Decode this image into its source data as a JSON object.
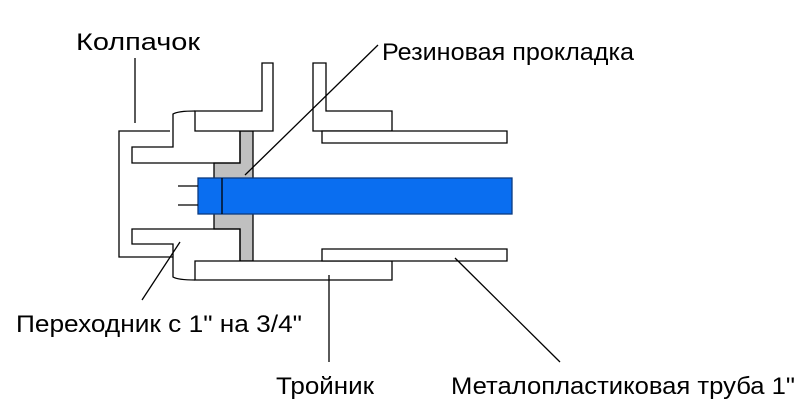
{
  "labels": {
    "cap": "Колпачок",
    "gasket": "Резиновая прокладка",
    "adapter": "Переходник с 1\" на 3/4\"",
    "tee": "Тройник",
    "pipe": "Металопластиковая труба 1\""
  },
  "colors": {
    "pipe_blue": "#0a6ef0",
    "gasket_gray": "#c0c0c0",
    "outline": "#000000"
  }
}
